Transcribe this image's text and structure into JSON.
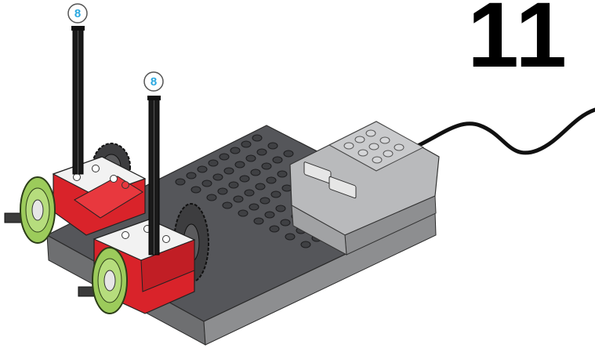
{
  "step": {
    "number": "11"
  },
  "callouts": [
    {
      "label": "8"
    },
    {
      "label": "8"
    }
  ],
  "colors": {
    "callout_text": "#29a8e0",
    "brick_red": "#d9232a",
    "base_plate": "#5a5b5d",
    "base_side": "#8d8e90",
    "hub_body": "#b9babc",
    "wheel_green": "#9ccb5b",
    "cable": "#111111",
    "axle": "#1a1a1a"
  }
}
